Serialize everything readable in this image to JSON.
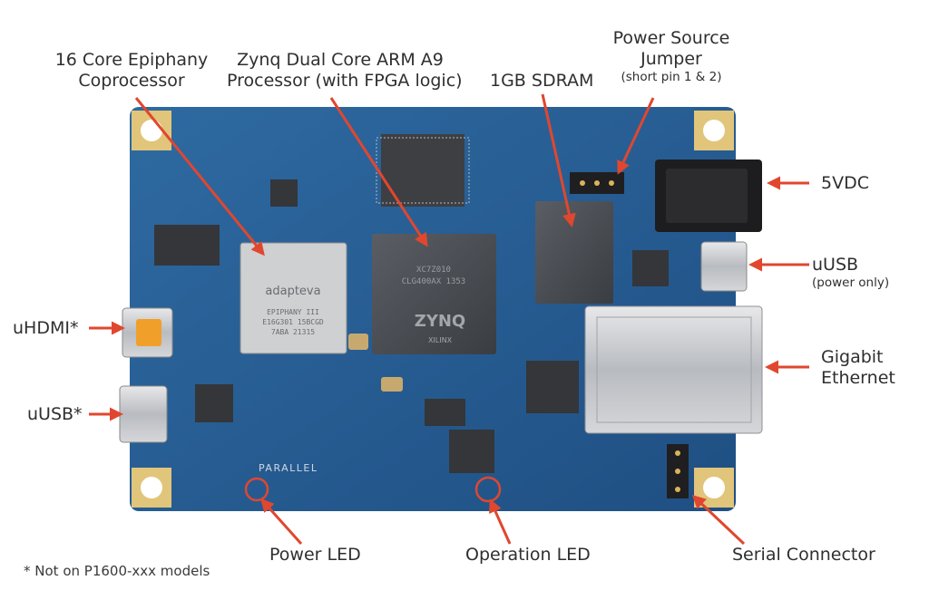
{
  "labels": {
    "epiphany": [
      "16 Core Epiphany",
      "Coprocessor"
    ],
    "zynq": [
      "Zynq Dual Core ARM A9",
      "Processor (with FPGA logic)"
    ],
    "sdram": "1GB SDRAM",
    "power_jumper": [
      "Power Source",
      "Jumper"
    ],
    "power_jumper_note": "(short pin 1 & 2)",
    "dc": "5VDC",
    "usb_power": "uUSB",
    "usb_power_note": "(power only)",
    "ethernet": [
      "Gigabit",
      "Ethernet"
    ],
    "uhdmi": "uHDMI*",
    "uusb_left": "uUSB*",
    "power_led": "Power LED",
    "operation_led": "Operation LED",
    "serial": "Serial Connector"
  },
  "footnote": "* Not on P1600-xxx models",
  "board_text": {
    "epiphany_chip": [
      "adapteva",
      "EPIPHANY III",
      "E16G301 15BCGD",
      "7ABA 21315"
    ],
    "zynq_chip": [
      "ZYNQ",
      "XILINX",
      "XC7Z010",
      "CLG400AX 1353"
    ],
    "parallel": "PARALLEL"
  },
  "colors": {
    "arrow": "#e0472e",
    "board": "#2a5f93",
    "chip": "#4a4d52",
    "pad": "#d9b45a"
  }
}
